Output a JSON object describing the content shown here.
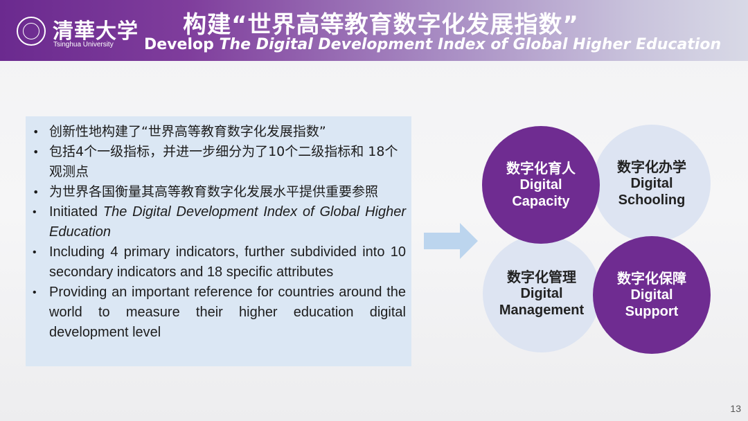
{
  "logo": {
    "name_cn": "清華大学",
    "name_en": "Tsinghua University"
  },
  "header": {
    "title_cn": "构建“世界高等教育数字化发展指数”",
    "title_en_prefix": "Develop ",
    "title_en_italic": "The Digital Development Index of Global Higher Education"
  },
  "bullets": [
    {
      "text": "创新性地构建了“世界高等教育数字化发展指数”"
    },
    {
      "text": "包括4个一级指标，并进一步细分为了10个二级指标和 18个观测点"
    },
    {
      "text": "为世界各国衡量其高等教育数字化发展水平提供重要参照"
    },
    {
      "prefix": "Initiated ",
      "italic": "The Digital Development Index of Global Higher Education"
    },
    {
      "text": "Including 4 primary indicators, further subdivided into 10 secondary indicators and 18 specific attributes"
    },
    {
      "text": "Providing an important reference for countries around the world to measure their higher education digital development level"
    }
  ],
  "circles": {
    "capacity": {
      "cn": "数字化育人",
      "en1": "Digital",
      "en2": "Capacity"
    },
    "schooling": {
      "cn": "数字化办学",
      "en1": "Digital",
      "en2": "Schooling"
    },
    "management": {
      "cn": "数字化管理",
      "en1": "Digital",
      "en2": "Management"
    },
    "support": {
      "cn": "数字化保障",
      "en1": "Digital",
      "en2": "Support"
    }
  },
  "colors": {
    "purple": "#6f2c91",
    "light_circle": "#dde4f2",
    "textbox_bg": "#dbe7f4",
    "arrow": "#bcd5ee"
  },
  "page_number": "13"
}
